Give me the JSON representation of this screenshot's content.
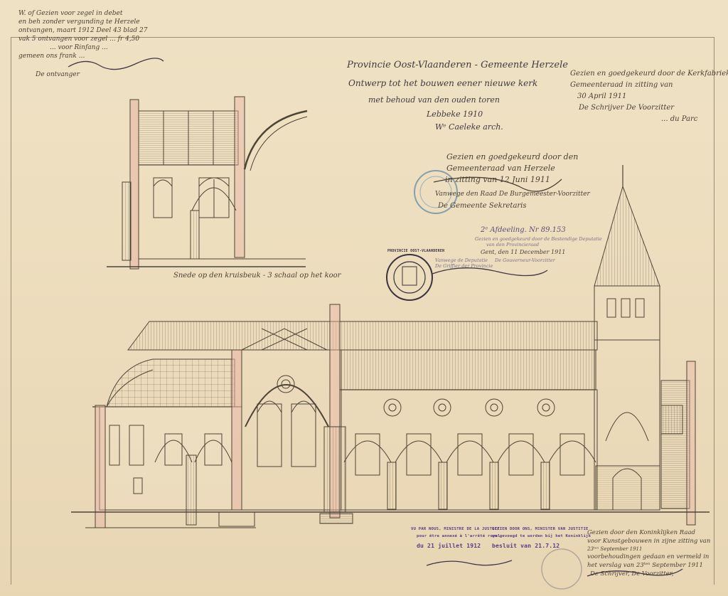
{
  "top_left_notes": {
    "line1": "W. of Gezien voor zegel in debet",
    "line2": "en beh zonder vergunding te Herzele",
    "line3": "ontvangen, maart 1912 Deel 43 blad 27",
    "line4": "vak 5 ontvangen voor zegel ... fr 4,50",
    "line5": "... voor Rinfang ...",
    "line6": "gemeen ons frank ...",
    "line7": "De ontvanger"
  },
  "title": {
    "line1": "Provincie Oost-Vlaanderen - Gemeente Herzele",
    "line2": "Ontwerp tot het bouwen eener nieuwe kerk",
    "line3": "met behoud van den ouden toren",
    "place_date": "Lebbeke 1910",
    "architect": "Wᵉ Caeleke arch."
  },
  "approval_right": {
    "line1": "Gezien en goedgekeurd door de Kerkfabriek",
    "line2": "Gemeenteraad in zitting van",
    "line3": "30 April 1911",
    "line4": "De Schrijver   De Voorzitter",
    "line5": "... du Parc"
  },
  "approval_council": {
    "line1": "Gezien en goedgekeurd door den",
    "line2": "Gemeenteraad van Herzele",
    "line3": "in zitting van 12 Juni 1911",
    "line4": "Vanwege den Raad   De Burgemeester-Voorzitter",
    "line5": "De Gemeente Sekretaris"
  },
  "approval_province": {
    "line1": "2ᵉ Afdeeling. Nr 89.153",
    "line2": "Gezien en goedgekeurd door de Bestendige Deputatie",
    "line3": "van den Provincieraad",
    "line4": "Gent, den 11 December 1911",
    "line5": "De Gouverneur-Voorzitter",
    "line6": "Vanwege de Deputatie",
    "line7": "De Griffier der Provincie",
    "seal": "PROVINCIE OOST-VLAANDEREN"
  },
  "section_caption": "Snede op den kruisbeuk - 3 schaal op het koor",
  "stamps": {
    "justice_1": "VU PAR NOUS, MINISTRE DE LA JUSTICE",
    "justice_2": "pour être annexé à l'arrêté royal",
    "justice_3": "du 21 juillet 1912",
    "justitie_1": "GEZIEN DOOR ONS, MINISTER VAN JUSTITIE",
    "justitie_2": "om gevoegd te worden bij het Koninklijk",
    "justitie_3": "besluit van 21.7.12"
  },
  "commission_note": {
    "line1": "Gezien door den Koninklijken Raad",
    "line2": "voor Kunstgebouwen in zijne zitting van",
    "line3": "23ᵗᵉⁿ September 1911",
    "line4": "voorbehoudingen gedaan en vermeld in",
    "line5": "het verslag van 23ᵗᵉⁿ September 1911",
    "line6": "De Schrijver,   De Voorzitter,"
  },
  "colors": {
    "paper": "#ecdcbc",
    "ink": "#4a4136",
    "stamp": "#5b3b8a",
    "pink_wash": "#e8b4a3"
  }
}
